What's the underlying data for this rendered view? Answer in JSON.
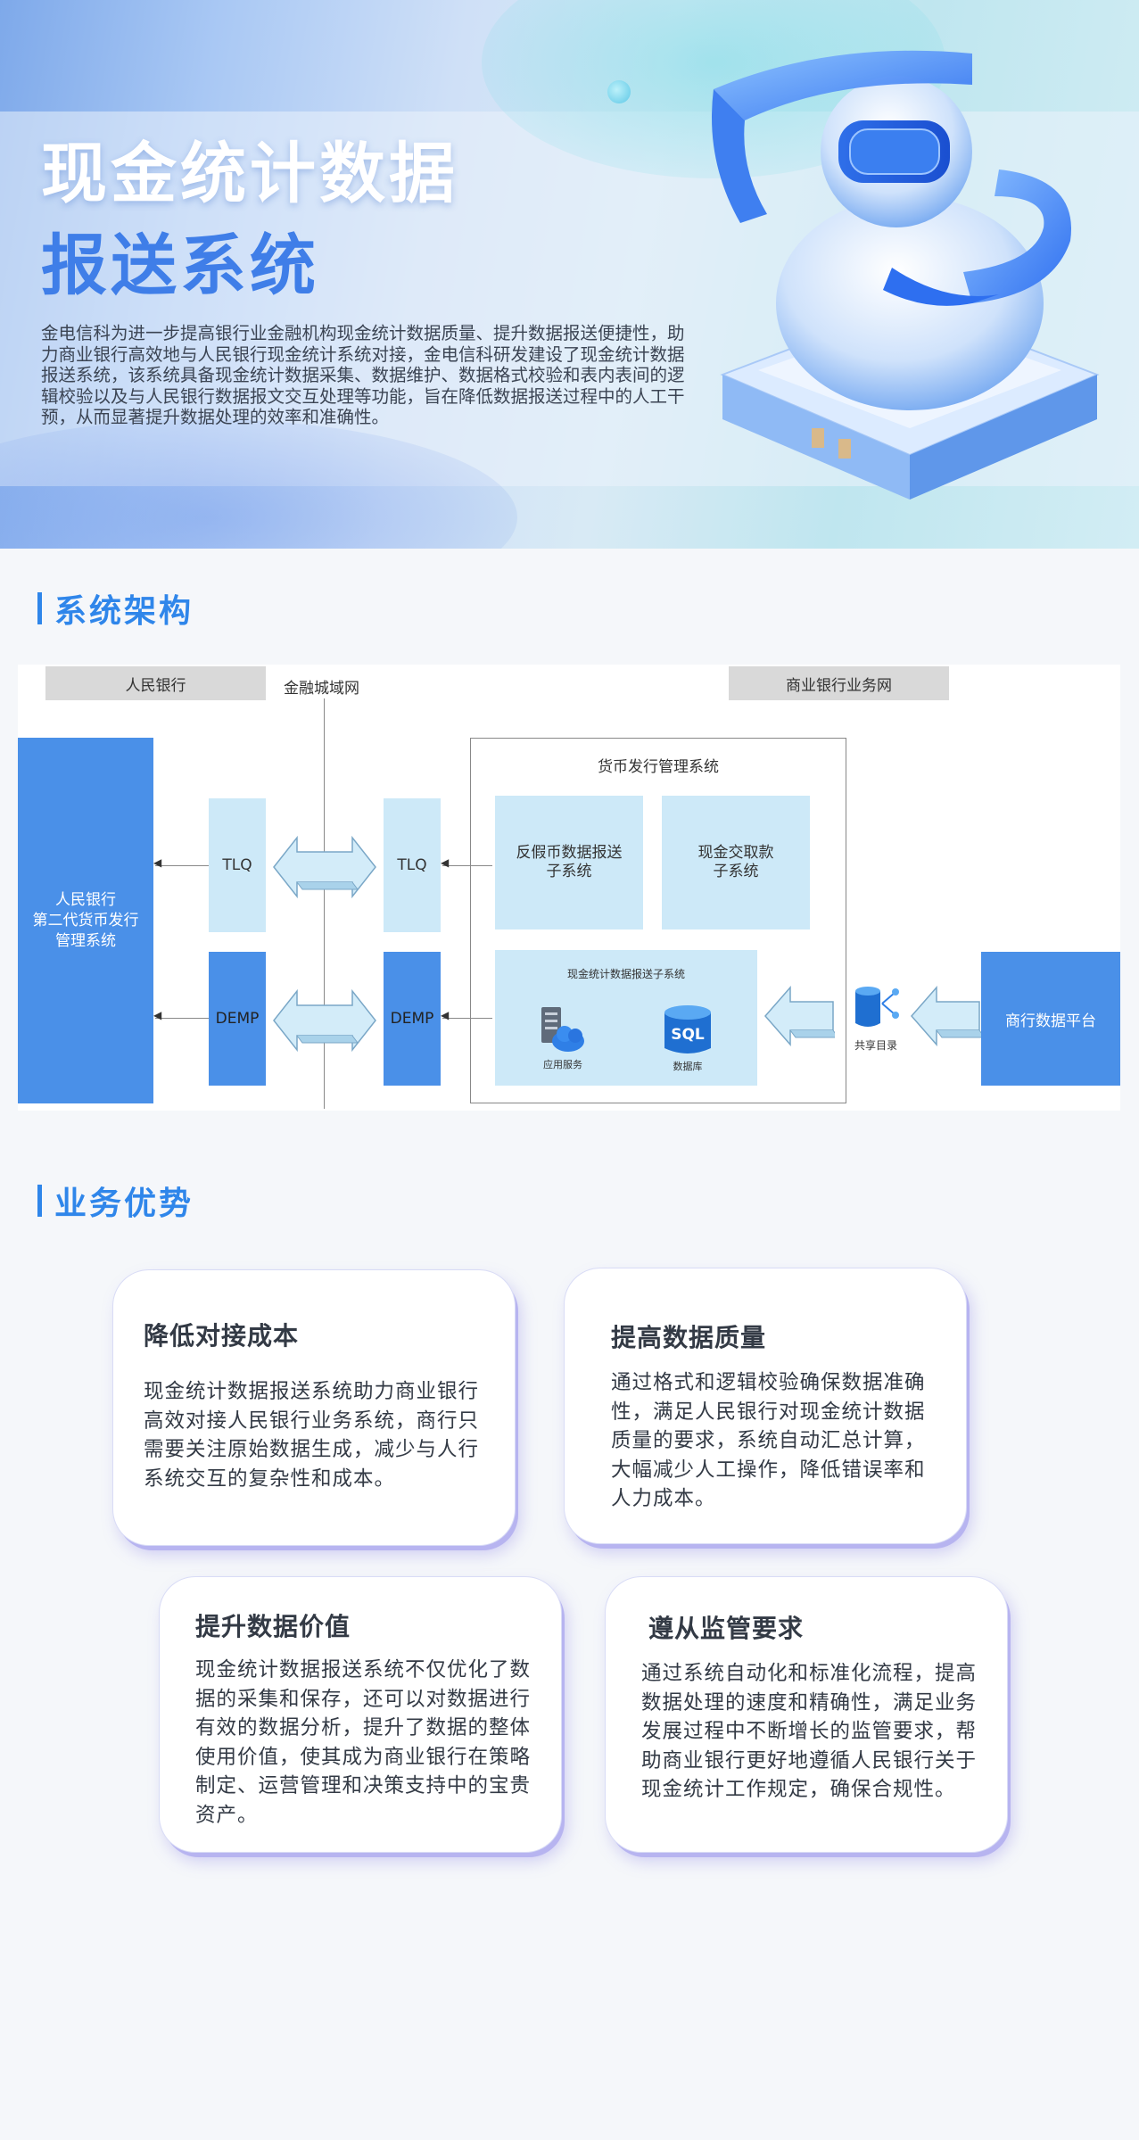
{
  "hero": {
    "title": "现金统计数据",
    "subtitle": "报送系统",
    "description": "金电信科为进一步提高银行业金融机构现金统计数据质量、提升数据报送便捷性，助力商业银行高效地与人民银行现金统计系统对接，金电信科研发建设了现金统计数据报送系统，该系统具备现金统计数据采集、数据维护、数据格式校验和表内表间的逻辑校验以及与人民银行数据报文交互处理等功能，旨在降低数据报送过程中的人工干预，从而显著提升数据处理的效率和准确性。"
  },
  "architecture": {
    "heading": "系统架构",
    "labels": {
      "pboc": "人民银行",
      "network": "金融城域网",
      "bank_network": "商业银行业务网",
      "pboc_system": "人民银行\n第二代货币发行\n管理系统",
      "tlq": "TLQ",
      "demp": "DEMP",
      "currency_system": "货币发行管理系统",
      "anti_counterfeit": "反假币数据报送\n子系统",
      "cash_exchange": "现金交取款\n子系统",
      "cash_stats": "现金统计数据报送子系统",
      "app_service": "应用服务",
      "database": "数据库",
      "sql": "SQL",
      "shared_dir": "共享目录",
      "bank_platform": "商行数据平台"
    }
  },
  "advantages": {
    "heading": "业务优势",
    "cards": [
      {
        "title": "降低对接成本",
        "body": "现金统计数据报送系统助力商业银行高效对接人民银行业务系统，商行只需要关注原始数据生成，减少与人行系统交互的复杂性和成本。"
      },
      {
        "title": "提高数据质量",
        "body": "通过格式和逻辑校验确保数据准确性，满足人民银行对现金统计数据质量的要求，系统自动汇总计算，大幅减少人工操作，降低错误率和人力成本。"
      },
      {
        "title": "提升数据价值",
        "body": "现金统计数据报送系统不仅优化了数据的采集和保存，还可以对数据进行有效的数据分析，提升了数据的整体使用价值，使其成为商业银行在策略制定、运营管理和决策支持中的宝贵资产。"
      },
      {
        "title": "遵从监管要求",
        "body": "通过系统自动化和标准化流程，提高数据处理的速度和精确性，满足业务发展过程中不断增长的监管要求，帮助商业银行更好地遵循人民银行关于现金统计工作规定，确保合规性。"
      }
    ]
  },
  "colors": {
    "accent": "#2f86ea",
    "dark_box": "#4a90e8",
    "light_box": "#cde9f8",
    "card_shadow": "#b7b4f0"
  }
}
